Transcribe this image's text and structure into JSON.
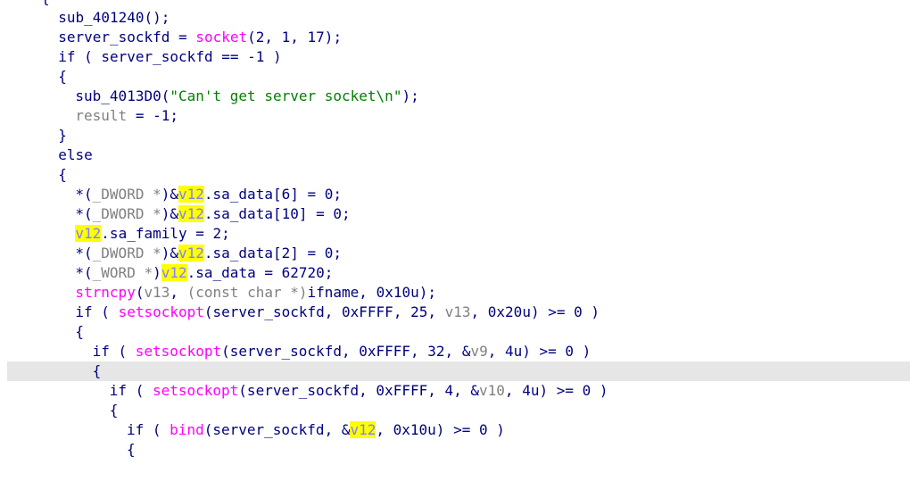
{
  "editor": {
    "highlight_color": "#ffff00",
    "current_line_color": "#e6e6e6",
    "current_line_index": 19,
    "lines": [
      {
        "indent": 0,
        "tokens": [
          {
            "t": "{",
            "k": "n"
          }
        ]
      },
      {
        "indent": 2,
        "tokens": [
          {
            "t": "sub_401240();",
            "k": "n"
          }
        ]
      },
      {
        "indent": 2,
        "tokens": [
          {
            "t": "server_sockfd = ",
            "k": "n"
          },
          {
            "t": "socket",
            "k": "f"
          },
          {
            "t": "(2, 1, 17);",
            "k": "n"
          }
        ]
      },
      {
        "indent": 2,
        "tokens": [
          {
            "t": "if ( server_sockfd == -1 )",
            "k": "n"
          }
        ]
      },
      {
        "indent": 2,
        "tokens": [
          {
            "t": "{",
            "k": "n"
          }
        ]
      },
      {
        "indent": 4,
        "tokens": [
          {
            "t": "sub_4013D0(",
            "k": "n"
          },
          {
            "t": "\"Can't get server socket\\n\"",
            "k": "s"
          },
          {
            "t": ");",
            "k": "n"
          }
        ]
      },
      {
        "indent": 4,
        "tokens": [
          {
            "t": "result",
            "k": "v"
          },
          {
            "t": " = -1;",
            "k": "n"
          }
        ]
      },
      {
        "indent": 2,
        "tokens": [
          {
            "t": "}",
            "k": "n"
          }
        ]
      },
      {
        "indent": 2,
        "tokens": [
          {
            "t": "else",
            "k": "n"
          }
        ]
      },
      {
        "indent": 2,
        "tokens": [
          {
            "t": "{",
            "k": "n"
          }
        ]
      },
      {
        "indent": 4,
        "tokens": [
          {
            "t": "*(",
            "k": "n"
          },
          {
            "t": "_DWORD *",
            "k": "t"
          },
          {
            "t": ")&",
            "k": "n"
          },
          {
            "t": "v12",
            "k": "h"
          },
          {
            "t": ".sa_data[6] = 0;",
            "k": "n"
          }
        ]
      },
      {
        "indent": 4,
        "tokens": [
          {
            "t": "*(",
            "k": "n"
          },
          {
            "t": "_DWORD *",
            "k": "t"
          },
          {
            "t": ")&",
            "k": "n"
          },
          {
            "t": "v12",
            "k": "h"
          },
          {
            "t": ".sa_data[10] = 0;",
            "k": "n"
          }
        ]
      },
      {
        "indent": 4,
        "tokens": [
          {
            "t": "v12",
            "k": "h"
          },
          {
            "t": ".sa_family = 2;",
            "k": "n"
          }
        ]
      },
      {
        "indent": 4,
        "tokens": [
          {
            "t": "*(",
            "k": "n"
          },
          {
            "t": "_DWORD *",
            "k": "t"
          },
          {
            "t": ")&",
            "k": "n"
          },
          {
            "t": "v12",
            "k": "h"
          },
          {
            "t": ".sa_data[2] = 0;",
            "k": "n"
          }
        ]
      },
      {
        "indent": 4,
        "tokens": [
          {
            "t": "*(",
            "k": "n"
          },
          {
            "t": "_WORD *",
            "k": "t"
          },
          {
            "t": ")",
            "k": "n"
          },
          {
            "t": "v12",
            "k": "h"
          },
          {
            "t": ".sa_data = 62720;",
            "k": "n"
          }
        ]
      },
      {
        "indent": 4,
        "tokens": [
          {
            "t": "strncpy",
            "k": "f"
          },
          {
            "t": "(",
            "k": "n"
          },
          {
            "t": "v13",
            "k": "v"
          },
          {
            "t": ", ",
            "k": "n"
          },
          {
            "t": "(const char *)",
            "k": "t"
          },
          {
            "t": "ifname, 0x10u);",
            "k": "n"
          }
        ]
      },
      {
        "indent": 4,
        "tokens": [
          {
            "t": "if ( ",
            "k": "n"
          },
          {
            "t": "setsockopt",
            "k": "f"
          },
          {
            "t": "(server_sockfd, 0xFFFF, 25, ",
            "k": "n"
          },
          {
            "t": "v13",
            "k": "v"
          },
          {
            "t": ", 0x20u) >= 0 )",
            "k": "n"
          }
        ]
      },
      {
        "indent": 4,
        "tokens": [
          {
            "t": "{",
            "k": "n"
          }
        ]
      },
      {
        "indent": 6,
        "tokens": [
          {
            "t": "if ( ",
            "k": "n"
          },
          {
            "t": "setsockopt",
            "k": "f"
          },
          {
            "t": "(server_sockfd, 0xFFFF, 32, &",
            "k": "n"
          },
          {
            "t": "v9",
            "k": "v"
          },
          {
            "t": ", 4u) >= 0 )",
            "k": "n"
          }
        ]
      },
      {
        "indent": 6,
        "tokens": [
          {
            "t": "{",
            "k": "n"
          }
        ]
      },
      {
        "indent": 8,
        "tokens": [
          {
            "t": "if ( ",
            "k": "n"
          },
          {
            "t": "setsockopt",
            "k": "f"
          },
          {
            "t": "(server_sockfd, 0xFFFF, 4, &",
            "k": "n"
          },
          {
            "t": "v10",
            "k": "v"
          },
          {
            "t": ", 4u) >= 0 )",
            "k": "n"
          }
        ]
      },
      {
        "indent": 8,
        "tokens": [
          {
            "t": "{",
            "k": "n"
          }
        ]
      },
      {
        "indent": 10,
        "tokens": [
          {
            "t": "if ( ",
            "k": "n"
          },
          {
            "t": "bind",
            "k": "f"
          },
          {
            "t": "(server_sockfd, &",
            "k": "n"
          },
          {
            "t": "v12",
            "k": "h"
          },
          {
            "t": ", 0x10u) >= 0 )",
            "k": "n"
          }
        ]
      },
      {
        "indent": 10,
        "tokens": [
          {
            "t": "{",
            "k": "n"
          }
        ]
      }
    ]
  }
}
